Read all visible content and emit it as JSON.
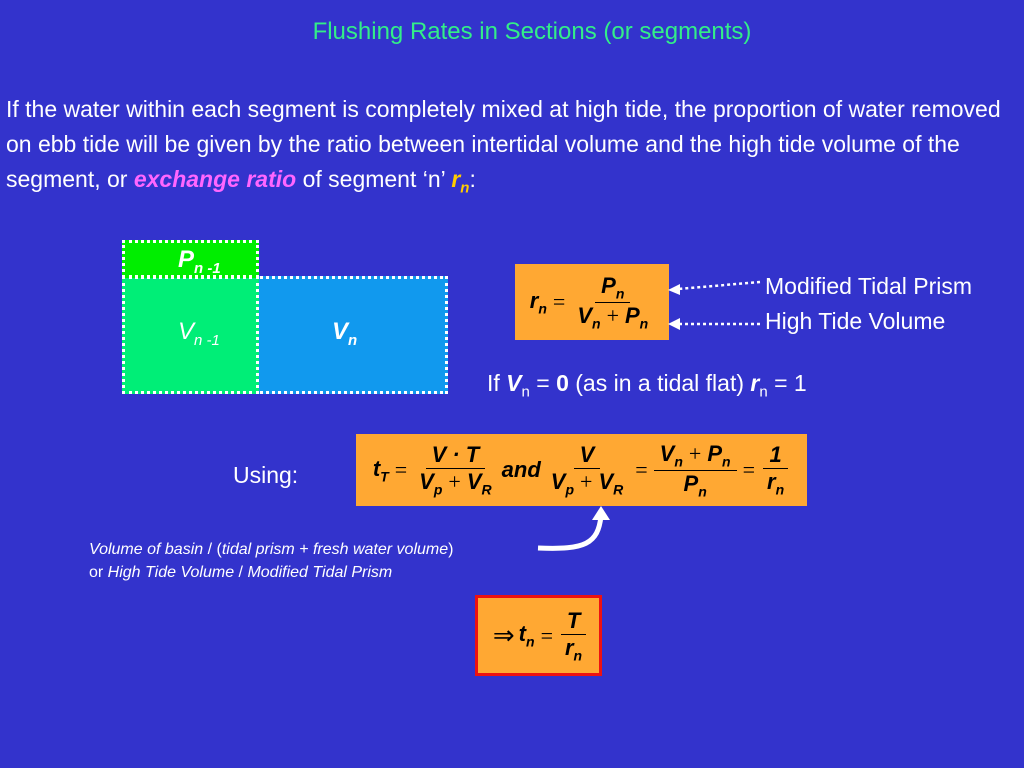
{
  "slide": {
    "title": "Flushing Rates in Sections (or segments)",
    "paragraph": {
      "text_before": "If the water within each segment is completely mixed at high tide, the proportion of water removed on ebb tide will be given by the ratio between intertidal volume and the high tide volume of the segment, or ",
      "highlight": "exchange ratio",
      "text_after": " of segment ‘n’ ",
      "symbol_r": "r",
      "symbol_n": "n",
      "colon": ":"
    },
    "diagram": {
      "p_label": "P",
      "p_sub": "n -1",
      "vprev_label": "V",
      "vprev_sub": "n -1",
      "vn_label": "V",
      "vn_sub": "n",
      "colors": {
        "green_top": "#00ee00",
        "green": "#00ee77",
        "blue": "#1199ee"
      }
    },
    "eq1": {
      "lhs": "r",
      "lhs_sub": "n",
      "eq": "=",
      "num": "P",
      "num_sub": "n",
      "den_v": "V",
      "den_v_sub": "n",
      "plus": "+",
      "den_p": "P",
      "den_p_sub": "n"
    },
    "labels": {
      "modified_tidal_prism": "Modified Tidal Prism",
      "high_tide_volume": "High Tide Volume"
    },
    "if_line": {
      "if": "If ",
      "v": "V",
      "v_sub": "n",
      "eq": " = ",
      "zero": "0",
      "mid": " (as in a tidal flat) ",
      "r": "r",
      "r_sub": "n",
      "eq2": " = 1"
    },
    "using_label": "Using:",
    "eq2": {
      "t": "t",
      "t_sub": "T",
      "eq": "=",
      "f1_num": "V · T",
      "f1_den_a": "V",
      "f1_den_a_sub": "p",
      "f1_plus": "+",
      "f1_den_b": "V",
      "f1_den_b_sub": "R",
      "and": "and",
      "f2_num": "V",
      "f2_den_a": "V",
      "f2_den_a_sub": "p",
      "f2_plus": "+",
      "f2_den_b": "V",
      "f2_den_b_sub": "R",
      "eq2": "=",
      "f3_num_a": "V",
      "f3_num_a_sub": "n",
      "f3_plus": "+",
      "f3_num_b": "P",
      "f3_num_b_sub": "n",
      "f3_den": "P",
      "f3_den_sub": "n",
      "eq3": "=",
      "f4_num": "1",
      "f4_den": "r",
      "f4_den_sub": "n"
    },
    "caption": {
      "line1_a": "Volume of basin",
      "line1_sep": " / (",
      "line1_b": "tidal prism + fresh water volume",
      "line1_end": ")",
      "line2_or": "or ",
      "line2_a": "High Tide Volume",
      "line2_sep": " / ",
      "line2_b": "Modified Tidal Prism"
    },
    "eq3": {
      "implies": "⇒",
      "t": "t",
      "t_sub": "n",
      "eq": "=",
      "num": "T",
      "den": "r",
      "den_sub": "n"
    }
  }
}
